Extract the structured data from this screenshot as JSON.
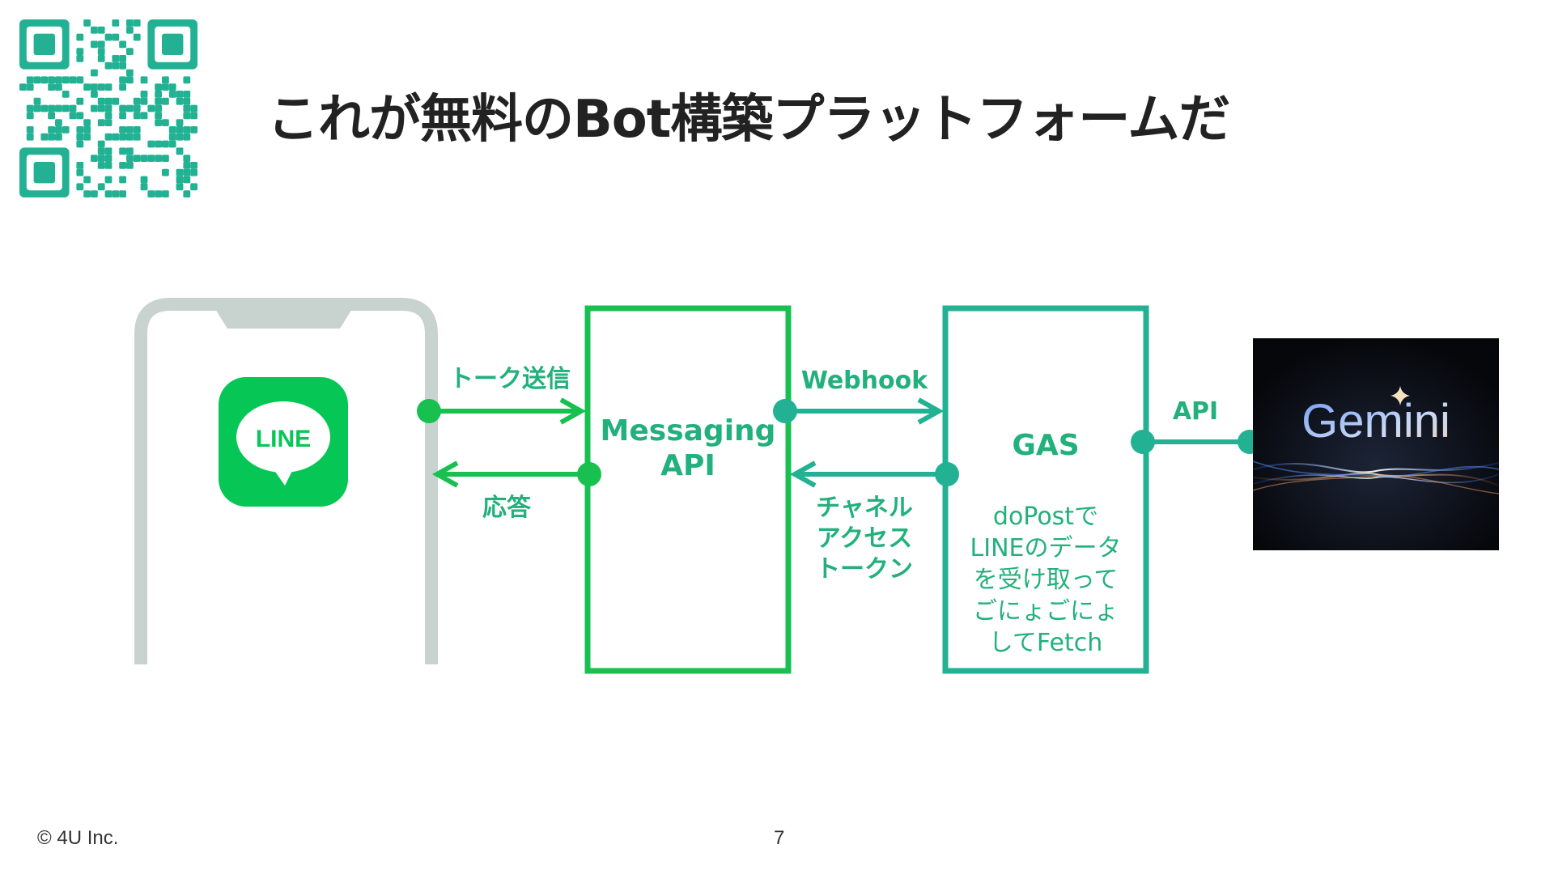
{
  "slide": {
    "title": "これが無料のBot構築プラットフォームだ",
    "footer_copyright": "© 4U Inc.",
    "page_number": "7"
  },
  "colors": {
    "line_green": "#06c755",
    "teal": "#22b07d",
    "phone_frame": "#c8d3cf",
    "title_text": "#222222"
  },
  "icons": [
    "qr-code-icon",
    "line-app-icon",
    "gemini-logo"
  ],
  "diagram": {
    "line_icon_label": "LINE",
    "messaging_api_line1": "Messaging",
    "messaging_api_line2": "API",
    "gas_title": "GAS",
    "gas_desc_lines": [
      "doPostで",
      "LINEのデータ",
      "を受け取って",
      "ごにょごにょ",
      "してFetch"
    ],
    "arrow_talk_send": "トーク送信",
    "arrow_reply": "応答",
    "arrow_webhook": "Webhook",
    "arrow_token_lines": [
      "チャネル",
      "アクセス",
      "トークン"
    ],
    "arrow_api": "API",
    "gemini_label": "Gemini"
  }
}
